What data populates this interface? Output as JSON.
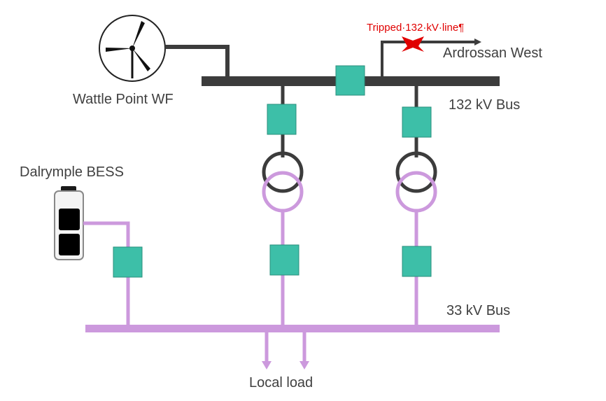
{
  "labels": {
    "wind_farm": "Wattle Point WF",
    "tripped_line": "Tripped·132·kV·line¶",
    "ardrossan": "Ardrossan West",
    "bus_132": "132 kV Bus",
    "bess": "Dalrymple BESS",
    "bus_33": "33 kV Bus",
    "local_load": "Local load"
  },
  "colors": {
    "hv_bus": "#3c3c3c",
    "lv_bus": "#cc99dd",
    "breaker": "#3dbfa8",
    "trip_mark": "#e00000",
    "text": "#404040"
  }
}
